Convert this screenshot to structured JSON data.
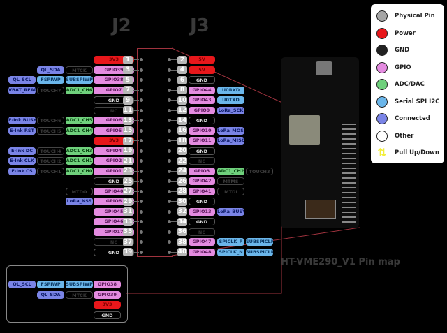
{
  "headers": {
    "j2": "J2",
    "j3": "J3"
  },
  "title": "HT-VME290_V1 Pin map",
  "legend": [
    {
      "label": "Physical Pin",
      "color": "#a6a6a6",
      "kind": "circle"
    },
    {
      "label": "Power",
      "color": "#e8171b",
      "kind": "circle"
    },
    {
      "label": "GND",
      "color": "#222222",
      "kind": "circle"
    },
    {
      "label": "GPIO",
      "color": "#e48be0",
      "kind": "circle"
    },
    {
      "label": "ADC/DAC",
      "color": "#6fd07c",
      "kind": "circle"
    },
    {
      "label": "Serial SPI I2C",
      "color": "#6bb6ea",
      "kind": "circle"
    },
    {
      "label": "Connected",
      "color": "#7a84e6",
      "kind": "circle"
    },
    {
      "label": "Other",
      "color": "#ffffff",
      "kind": "circle"
    },
    {
      "label": "Pull Up/Down",
      "color": "#f2ee3a",
      "kind": "arrows"
    }
  ],
  "j2": [
    {
      "pin": "1",
      "main": "3V3",
      "mainType": "power",
      "extras": []
    },
    {
      "pin": "3",
      "main": "GPIO39",
      "mainType": "gpio",
      "extras": [
        {
          "t": "MTCK",
          "k": "other"
        },
        {
          "t": "QL_SDA",
          "k": "conn"
        }
      ]
    },
    {
      "pin": "5",
      "main": "GPIO38",
      "mainType": "gpio",
      "extras": [
        {
          "t": "SUBSPIWP",
          "k": "serial"
        },
        {
          "t": "FSPIWP",
          "k": "serial"
        },
        {
          "t": "QL_SCL",
          "k": "conn"
        }
      ]
    },
    {
      "pin": "7",
      "main": "GPIO7",
      "mainType": "gpio",
      "extras": [
        {
          "t": "ADC1_CH6",
          "k": "adc"
        },
        {
          "t": "TOUCH7",
          "k": "other"
        },
        {
          "t": "VBAT_READ",
          "k": "conn"
        }
      ]
    },
    {
      "pin": "9",
      "main": "GND",
      "mainType": "gnd",
      "extras": []
    },
    {
      "pin": "11",
      "main": "NC",
      "mainType": "nc",
      "extras": []
    },
    {
      "pin": "13",
      "main": "GPIO6",
      "mainType": "gpio",
      "extras": [
        {
          "t": "ADC1_CH5",
          "k": "adc"
        },
        {
          "t": "TOUCH6",
          "k": "other"
        },
        {
          "t": "E-Ink BUSY",
          "k": "conn"
        }
      ]
    },
    {
      "pin": "15",
      "main": "GPIO5",
      "mainType": "gpio",
      "extras": [
        {
          "t": "ADC1_CH4",
          "k": "adc"
        },
        {
          "t": "TOUCH5",
          "k": "other"
        },
        {
          "t": "E-Ink RST",
          "k": "conn"
        }
      ]
    },
    {
      "pin": "17",
      "main": "3V3",
      "mainType": "power",
      "extras": []
    },
    {
      "pin": "19",
      "main": "GPIO4",
      "mainType": "gpio",
      "extras": [
        {
          "t": "ADC1_CH3",
          "k": "adc"
        },
        {
          "t": "TOUCH4",
          "k": "other"
        },
        {
          "t": "E-Ink DC",
          "k": "conn"
        }
      ]
    },
    {
      "pin": "21",
      "main": "GPIO2",
      "mainType": "gpio",
      "extras": [
        {
          "t": "ADC1_CH1",
          "k": "adc"
        },
        {
          "t": "TOUCH2",
          "k": "other"
        },
        {
          "t": "E-Ink CLK",
          "k": "conn"
        }
      ]
    },
    {
      "pin": "23",
      "main": "GPIO1",
      "mainType": "gpio",
      "extras": [
        {
          "t": "ADC1_CH0",
          "k": "adc"
        },
        {
          "t": "TOUCH1",
          "k": "other"
        },
        {
          "t": "E-Ink CS",
          "k": "conn"
        }
      ]
    },
    {
      "pin": "25",
      "main": "GND",
      "mainType": "gnd",
      "extras": []
    },
    {
      "pin": "27",
      "main": "GPIO40",
      "mainType": "gpio",
      "extras": [
        {
          "t": "MTDO",
          "k": "other"
        }
      ]
    },
    {
      "pin": "29",
      "main": "GPIO8",
      "mainType": "gpio",
      "extras": [
        {
          "t": "LoRa_NSS",
          "k": "conn"
        }
      ]
    },
    {
      "pin": "31",
      "main": "GPIO45",
      "mainType": "gpio",
      "extras": []
    },
    {
      "pin": "33",
      "main": "GPIO46",
      "mainType": "gpio",
      "extras": []
    },
    {
      "pin": "35",
      "main": "GPIO17",
      "mainType": "gpio",
      "extras": []
    },
    {
      "pin": "37",
      "main": "NC",
      "mainType": "nc",
      "extras": []
    },
    {
      "pin": "39",
      "main": "GND",
      "mainType": "gnd",
      "extras": []
    }
  ],
  "j3": [
    {
      "pin": "2",
      "main": "5V",
      "mainType": "power",
      "extras": []
    },
    {
      "pin": "4",
      "main": "5V",
      "mainType": "power",
      "extras": []
    },
    {
      "pin": "6",
      "main": "GND",
      "mainType": "gnd",
      "extras": []
    },
    {
      "pin": "8",
      "main": "GPIO44",
      "mainType": "gpio",
      "extras": [
        {
          "t": "U0RXD",
          "k": "serial"
        }
      ]
    },
    {
      "pin": "10",
      "main": "GPIO43",
      "mainType": "gpio",
      "extras": [
        {
          "t": "U0TXD",
          "k": "serial"
        }
      ]
    },
    {
      "pin": "12",
      "main": "GPIO9",
      "mainType": "gpio",
      "extras": [
        {
          "t": "LoRa_SCK",
          "k": "conn"
        }
      ]
    },
    {
      "pin": "14",
      "main": "GND",
      "mainType": "gnd",
      "extras": []
    },
    {
      "pin": "16",
      "main": "GPIO10",
      "mainType": "gpio",
      "extras": [
        {
          "t": "LoRa_MOSI",
          "k": "conn"
        }
      ]
    },
    {
      "pin": "18",
      "main": "GPIO11",
      "mainType": "gpio",
      "extras": [
        {
          "t": "LoRa_MISO",
          "k": "conn"
        }
      ]
    },
    {
      "pin": "20",
      "main": "GND",
      "mainType": "gnd",
      "extras": []
    },
    {
      "pin": "22",
      "main": "NC",
      "mainType": "nc",
      "extras": []
    },
    {
      "pin": "24",
      "main": "GPIO3",
      "mainType": "gpio",
      "extras": [
        {
          "t": "ADC1_CH2",
          "k": "adc"
        },
        {
          "t": "TOUCH3",
          "k": "other"
        }
      ]
    },
    {
      "pin": "26",
      "main": "GPIO42",
      "mainType": "gpio",
      "extras": [
        {
          "t": "MTMS",
          "k": "other"
        }
      ]
    },
    {
      "pin": "28",
      "main": "GPIO41",
      "mainType": "gpio",
      "extras": [
        {
          "t": "MTDI",
          "k": "other"
        }
      ]
    },
    {
      "pin": "30",
      "main": "GND",
      "mainType": "gnd",
      "extras": []
    },
    {
      "pin": "32",
      "main": "GPIO13",
      "mainType": "gpio",
      "extras": [
        {
          "t": "LoRa_BUSY",
          "k": "conn"
        }
      ]
    },
    {
      "pin": "34",
      "main": "GND",
      "mainType": "gnd",
      "extras": []
    },
    {
      "pin": "36",
      "main": "NC",
      "mainType": "nc",
      "extras": []
    },
    {
      "pin": "38",
      "main": "GPIO47",
      "mainType": "gpio",
      "extras": [
        {
          "t": "SPICLK_P",
          "k": "serial"
        },
        {
          "t": "SUBSPICLK_P",
          "k": "serial"
        }
      ]
    },
    {
      "pin": "40",
      "main": "GPIO48",
      "mainType": "gpio",
      "extras": [
        {
          "t": "SPICLK_N",
          "k": "serial"
        },
        {
          "t": "SUBSPICLK_N",
          "k": "serial"
        }
      ]
    }
  ],
  "inset": [
    {
      "main": "GPIO38",
      "mainType": "gpio",
      "extras": [
        {
          "t": "SUBSPIWP",
          "k": "serial"
        },
        {
          "t": "FSPIWP",
          "k": "serial"
        },
        {
          "t": "QL_SCL",
          "k": "conn"
        }
      ]
    },
    {
      "main": "GPIO39",
      "mainType": "gpio",
      "extras": [
        {
          "t": "MTCK",
          "k": "other"
        },
        {
          "t": "QL_SDA",
          "k": "conn"
        }
      ]
    },
    {
      "main": "3V3",
      "mainType": "power",
      "extras": []
    },
    {
      "main": "GND",
      "mainType": "gnd",
      "extras": []
    }
  ]
}
